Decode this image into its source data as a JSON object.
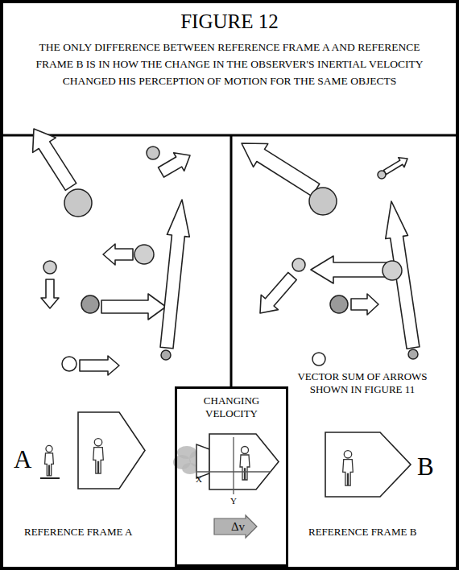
{
  "diagram": {
    "title": "FIGURE 12",
    "nodes": [
      {
        "text": [
          "FIGURE 12",
          "THE ONLY DIFFERENCE BETWEEN REFERENCE FRAME A AND REFERENCE FRAME B IS IN HOW THE CHANGE IN THE OBSERVER'S INERTIAL VELOCITY CHANGED HIS PERCEPTION OF MOTION FOR THE SAME OBJECTS"
        ]
      },
      {
        "text": [
          "CHANGING VELOCITY"
        ]
      },
      {
        "text": [
          "Δv"
        ],
        "in": 1
      }
    ],
    "labels": [
      "A",
      "REFERENCE FRAME A",
      "X",
      "Y",
      "VECTOR SUM OF ARROWS SHOWN IN FIGURE 11",
      "B",
      "REFERENCE FRAME B"
    ]
  }
}
